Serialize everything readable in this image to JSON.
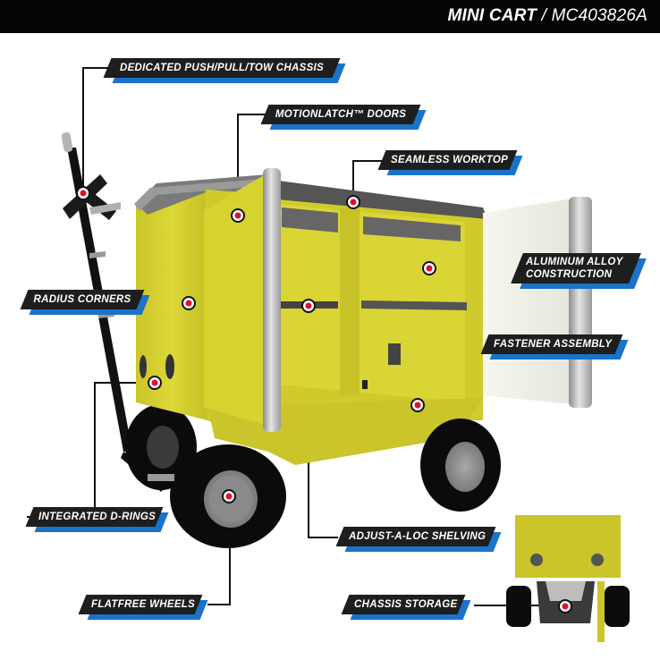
{
  "header": {
    "product_name": "MINI CART",
    "separator": " / ",
    "model_number": "MC403826A"
  },
  "colors": {
    "header_bg": "#050505",
    "label_plate": "#1e1e1e",
    "label_accent": "#1a73c8",
    "cart_body": "#d6d22e",
    "cart_body_shadow": "#b8b423",
    "worktop": "#5c5c5c",
    "aluminum": "#c8c8c8",
    "tire": "#0b0b0b",
    "hub": "#8e8e8e",
    "marker_red": "#e0102a"
  },
  "callouts": [
    {
      "id": "chassis",
      "label": "DEDICATED PUSH/PULL/TOW CHASSIS"
    },
    {
      "id": "doors",
      "label": "MOTIONLATCH™ DOORS"
    },
    {
      "id": "worktop",
      "label": "SEAMLESS WORKTOP"
    },
    {
      "id": "aluminum",
      "label_line1": "ALUMINUM ALLOY",
      "label_line2": "CONSTRUCTION"
    },
    {
      "id": "corners",
      "label": "RADIUS CORNERS"
    },
    {
      "id": "fastener",
      "label": "FASTENER ASSEMBLY"
    },
    {
      "id": "drings",
      "label": "INTEGRATED D-RINGS"
    },
    {
      "id": "shelving",
      "label": "ADJUST-A-LOC SHELVING"
    },
    {
      "id": "wheels",
      "label": "FLATFREE WHEELS"
    },
    {
      "id": "storage",
      "label": "CHASSIS STORAGE"
    }
  ]
}
